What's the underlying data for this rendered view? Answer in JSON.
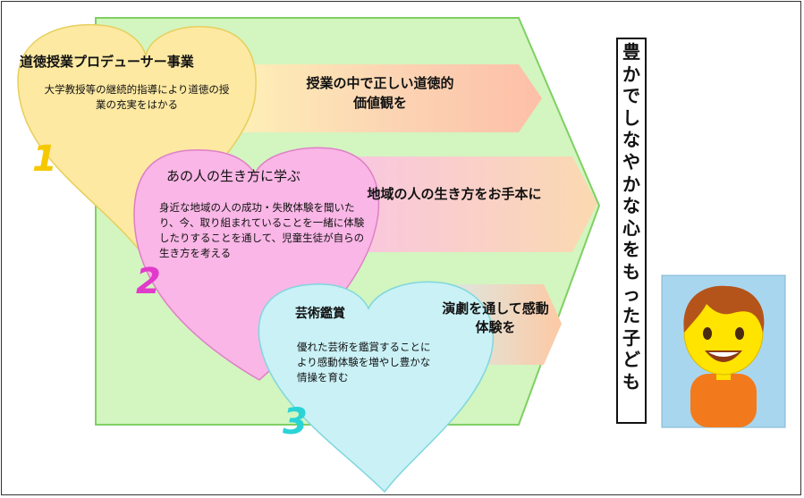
{
  "item1": {
    "number": "1",
    "title": "道徳授業プロデューサー事業",
    "description": "大学教授等の継続的指導により道徳の授業の充実をはかる",
    "arrow_text": "授業の中で正しい道徳的価値観を"
  },
  "item2": {
    "number": "2",
    "title": "あの人の生き方に学ぶ",
    "description": "身近な地域の人の成功・失敗体験を聞いたり、今、取り組まれていることを一緒に体験したりすることを通して、児童生徒が自らの生き方を考える",
    "arrow_text": "地域の人の生き方をお手本に"
  },
  "item3": {
    "number": "3",
    "title": "芸術鑑賞",
    "description": "優れた芸術を鑑賞することにより感動体験を増やし豊かな情操を育む",
    "arrow_text": "演劇を通して感動体験を"
  },
  "goal": {
    "chars": [
      "豊",
      "か",
      "で",
      "し",
      "な",
      "や",
      "か",
      "な",
      "心",
      "を",
      "も",
      "っ",
      "た",
      "子",
      "ど",
      "も"
    ]
  },
  "colors": {
    "green_bg": "#d3f5c0",
    "green_border": "#8bd66a",
    "heart1": "#fde9a2",
    "heart2": "#f9b6e6",
    "heart3": "#c9f1f6",
    "arrow": "#fcd7b8",
    "child_bg": "#a9d6ef",
    "child_face": "#ffe400",
    "child_hair": "#b5541a",
    "child_shirt": "#f27a1c"
  },
  "icons": {
    "child": "smiling-child-icon"
  }
}
